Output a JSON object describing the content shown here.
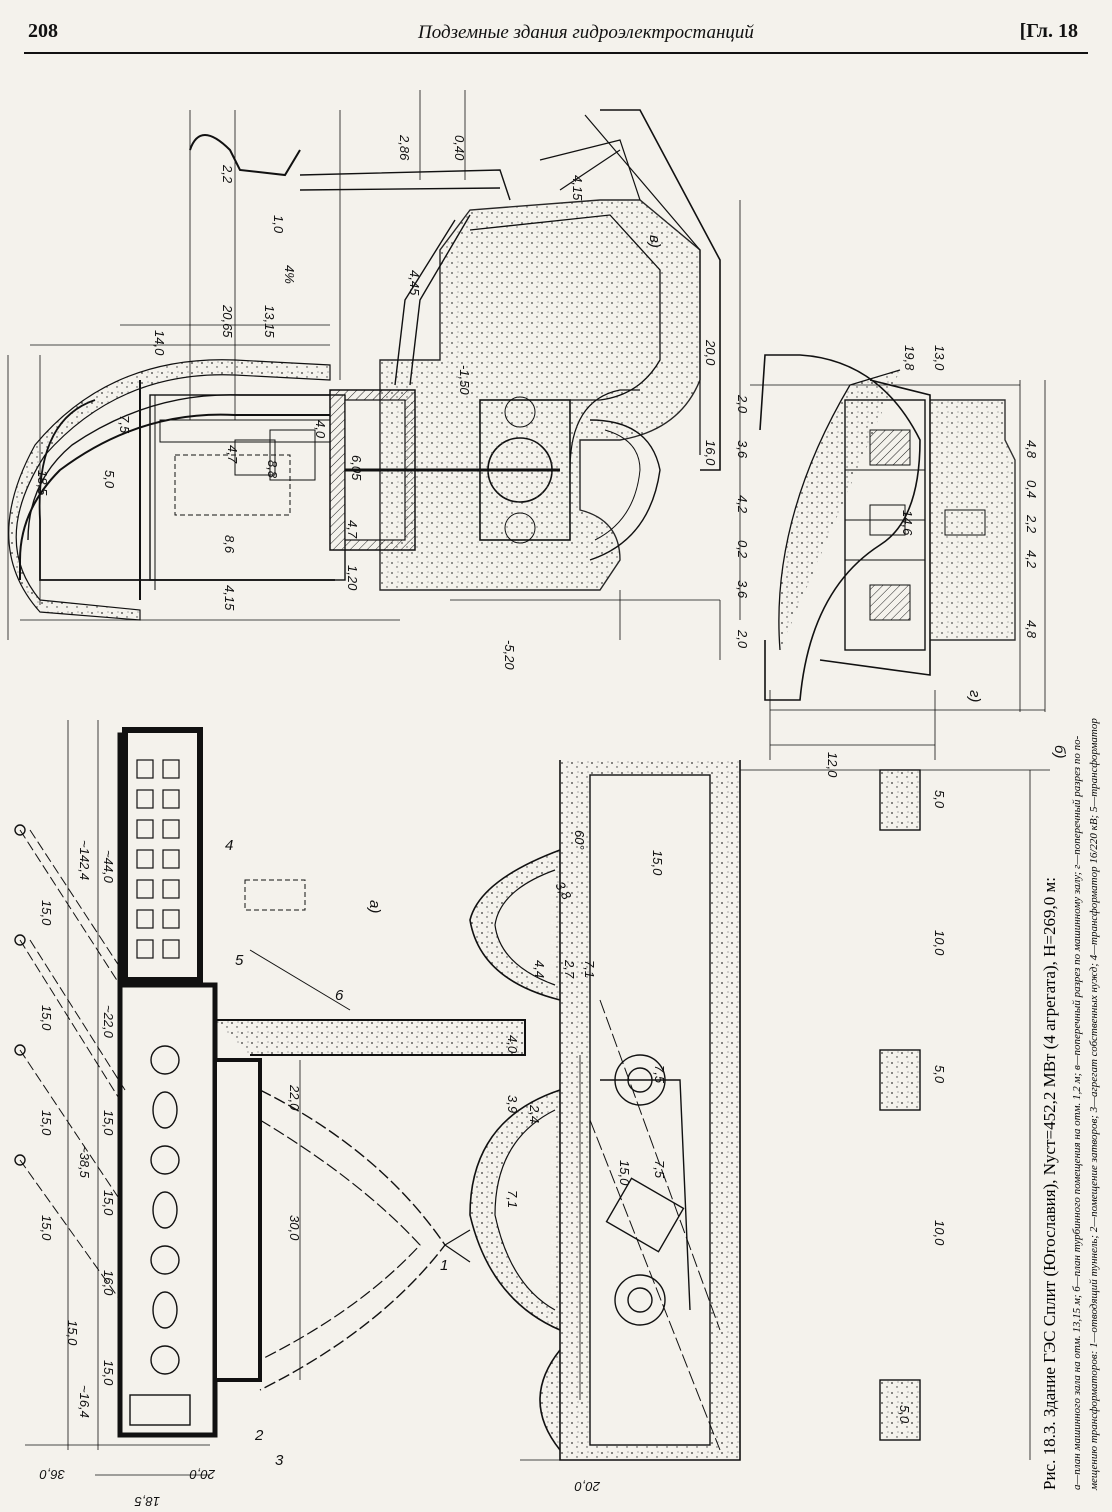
{
  "header": {
    "page_number": "208",
    "running_title": "Подземные здания гидроэлектростанций",
    "chapter": "[Гл. 18"
  },
  "caption": {
    "title": "Рис. 18.3. Здание ГЭС Сплит (Югославия), Nуст=452,2 МВт (4 агрегата), H=269,0 м:",
    "line1": "а—план машинного зала на отм. 13,15 м; б—план турбинного помещения на отм. 1,2 м; в—поперечный разрез по машинному залу; г—поперечный разрез по по-",
    "line2": "мещению трансформаторов: 1—отводящий туннель; 2—помещение затворов; 3—агрегат собственных нужд; 4—трансформатор 16/220 кВ; 5—трансформатор"
  },
  "panel_labels": {
    "a": "а)",
    "b": "б)",
    "v": "в)",
    "g": "г)"
  },
  "section_v": {
    "elevations": [
      "20,65",
      "13,15",
      "4,45",
      "2,86",
      "0,40",
      "-1,50",
      "-5,20"
    ],
    "dims": [
      "14,0",
      "18,5",
      "5,0",
      "4,7",
      "8,8",
      "8,6",
      "4,15",
      "6,05",
      "4,0",
      "4,7",
      "1,20",
      "16,0",
      "20,0",
      "4,15",
      "2,2",
      "1,0",
      "4%",
      "7,5"
    ]
  },
  "section_g": {
    "elevations": [
      "19,8",
      "13,0"
    ],
    "dims": [
      "2,0",
      "3,6",
      "4,2",
      "0,2",
      "3,6",
      "2,0",
      "14,6",
      "4,8",
      "0,4",
      "2,2",
      "4,2",
      "4,8",
      "12,0"
    ]
  },
  "plan_a": {
    "dims": [
      "~142,4",
      "~44,0",
      "~22,0",
      "~38,5",
      "15,0",
      "15,0",
      "15,0",
      "15,0",
      "15,0",
      "16,0",
      "~16,4",
      "22,0",
      "30,0",
      "15,0",
      "15,0",
      "15,0",
      "36,0",
      "20,0",
      "18,5"
    ],
    "callouts": [
      "1",
      "2",
      "3",
      "4",
      "5",
      "6"
    ]
  },
  "plan_b": {
    "dims": [
      "4,0",
      "3,9",
      "2,4",
      "7,1",
      "4,4",
      "2,7",
      "7,1",
      "3,8",
      "60°",
      "15,0",
      "7,5",
      "7,5",
      "15,0",
      "10,0",
      "5,0",
      "10,0",
      "5,0",
      "5,0",
      "20,0"
    ]
  }
}
